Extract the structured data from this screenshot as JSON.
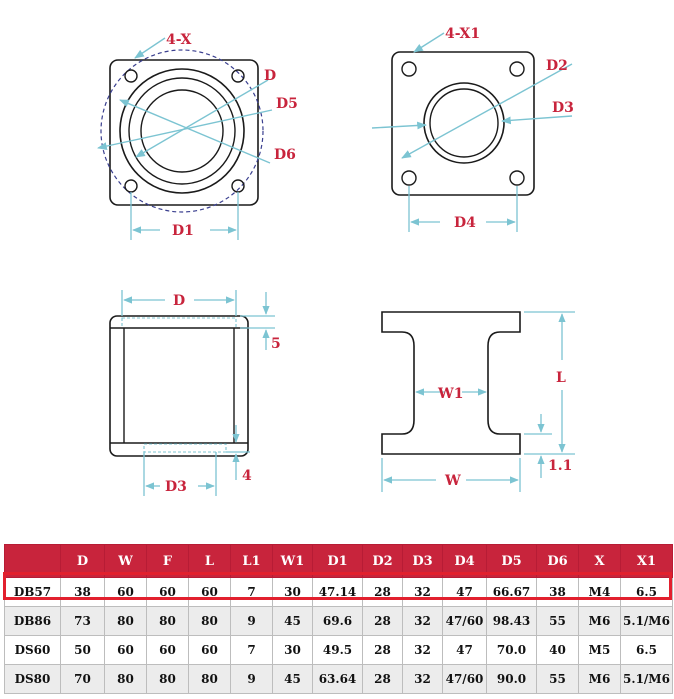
{
  "labels": {
    "top_left_holes": "4-X",
    "top_left_D": "D",
    "top_left_D5": "D5",
    "top_left_D6": "D6",
    "top_left_D1": "D1",
    "top_right_holes": "4-X1",
    "top_right_D2": "D2",
    "top_right_D3": "D3",
    "top_right_D4": "D4",
    "bottom_left_D": "D",
    "bottom_left_5": "5",
    "bottom_left_D3": "D3",
    "bottom_left_4": "4",
    "bottom_right_W1": "W1",
    "bottom_right_L": "L",
    "bottom_right_W": "W",
    "bottom_right_1_1": "1.1"
  },
  "table": {
    "headers": [
      "",
      "D",
      "W",
      "F",
      "L",
      "L1",
      "W1",
      "D1",
      "D2",
      "D3",
      "D4",
      "D5",
      "D6",
      "X",
      "X1"
    ],
    "rows": [
      [
        "DB57",
        "38",
        "60",
        "60",
        "60",
        "7",
        "30",
        "47.14",
        "28",
        "32",
        "47",
        "66.67",
        "38",
        "M4",
        "6.5"
      ],
      [
        "DB86",
        "73",
        "80",
        "80",
        "80",
        "9",
        "45",
        "69.6",
        "28",
        "32",
        "47/60",
        "98.43",
        "55",
        "M6",
        "5.1/M6"
      ],
      [
        "DS60",
        "50",
        "60",
        "60",
        "60",
        "7",
        "30",
        "49.5",
        "28",
        "32",
        "47",
        "70.0",
        "40",
        "M5",
        "6.5"
      ],
      [
        "DS80",
        "70",
        "80",
        "80",
        "80",
        "9",
        "45",
        "63.64",
        "28",
        "32",
        "47/60",
        "90.0",
        "55",
        "M6",
        "5.1/M6"
      ]
    ]
  },
  "colors": {
    "dimension_line": "#7cc4d2",
    "label_red": "#c8243c",
    "outline": "#1a1a1a",
    "header_bg": "#c8243c",
    "highlight": "#e2202e"
  }
}
